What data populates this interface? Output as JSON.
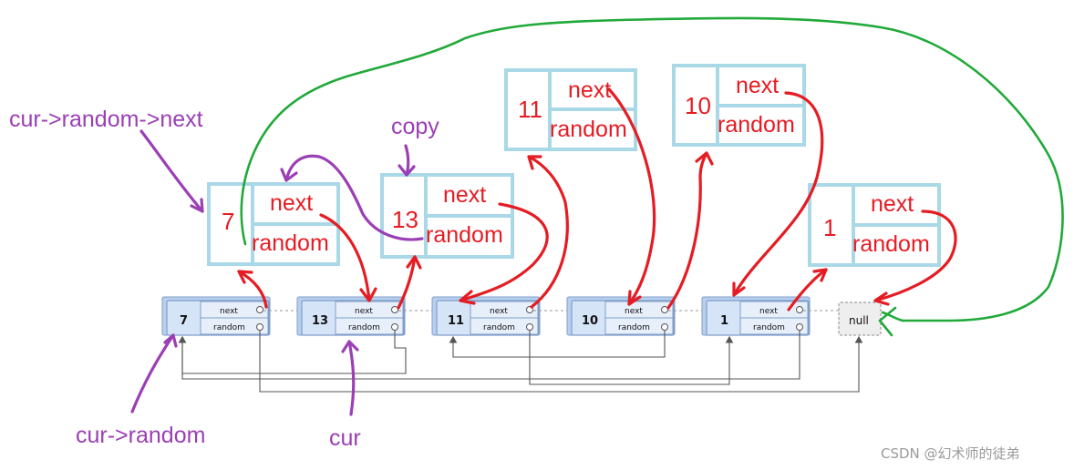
{
  "original_list": [
    {
      "value": "7",
      "next_label": "next",
      "random_label": "random"
    },
    {
      "value": "13",
      "next_label": "next",
      "random_label": "random"
    },
    {
      "value": "11",
      "next_label": "next",
      "random_label": "random"
    },
    {
      "value": "10",
      "next_label": "next",
      "random_label": "random"
    },
    {
      "value": "1",
      "next_label": "next",
      "random_label": "random"
    }
  ],
  "null_label": "null",
  "copied_nodes": [
    {
      "value": "7",
      "next_label": "next",
      "random_label": "random"
    },
    {
      "value": "13",
      "next_label": "next",
      "random_label": "random"
    },
    {
      "value": "11",
      "next_label": "next",
      "random_label": "random"
    },
    {
      "value": "10",
      "next_label": "next",
      "random_label": "random"
    },
    {
      "value": "1",
      "next_label": "next",
      "random_label": "random"
    }
  ],
  "annotations": {
    "cur_random_next": "cur->random->next",
    "copy": "copy",
    "cur_random": "cur->random",
    "cur": "cur"
  },
  "watermark": "CSDN @幻术师的徒弟",
  "colors": {
    "copy_border": "#a9d8e6",
    "copy_text": "#e51c23",
    "annotation": "#9b3fb5",
    "loop_arrow": "#21a93a"
  }
}
